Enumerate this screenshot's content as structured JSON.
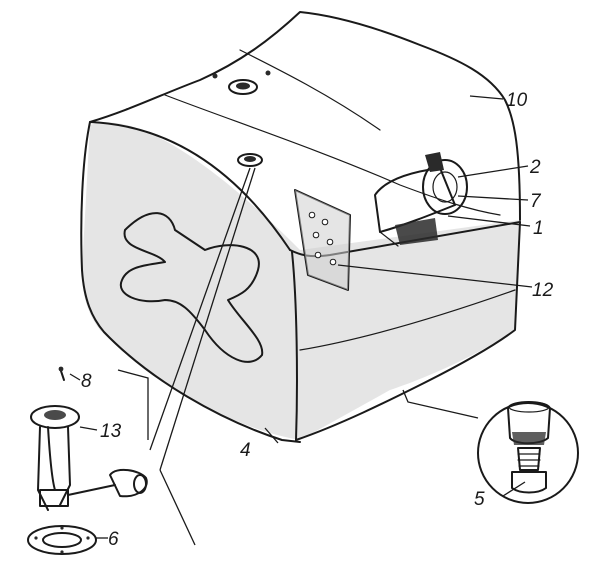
{
  "callouts": [
    {
      "id": "c10",
      "label": "10"
    },
    {
      "id": "c2",
      "label": "2"
    },
    {
      "id": "c7",
      "label": "7"
    },
    {
      "id": "c1",
      "label": "1"
    },
    {
      "id": "c12",
      "label": "12"
    },
    {
      "id": "c8",
      "label": "8"
    },
    {
      "id": "c13",
      "label": "13"
    },
    {
      "id": "c4",
      "label": "4"
    },
    {
      "id": "c5",
      "label": "5"
    },
    {
      "id": "c6",
      "label": "6"
    }
  ]
}
